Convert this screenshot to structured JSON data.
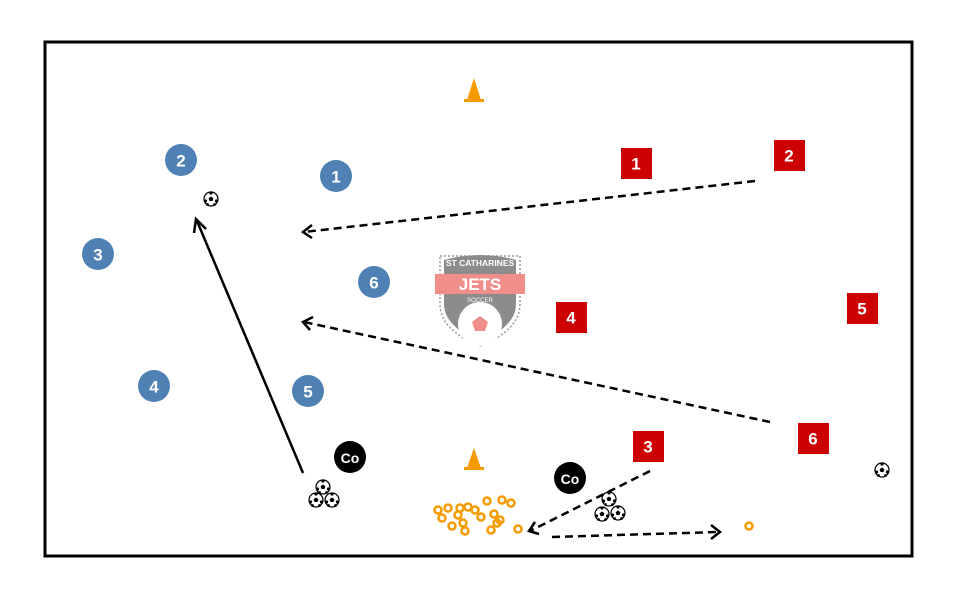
{
  "colors": {
    "team_blue": "#4f81b5",
    "team_red": "#cc0000",
    "coach": "#000000",
    "cone": "#f59a00",
    "logo_red": "#f08f8a",
    "logo_grey": "#8c8c8c"
  },
  "logo": {
    "line1": "ST CATHARINES",
    "line2": "JETS",
    "line3": "SOCCER"
  },
  "blue_players": [
    {
      "label": "1"
    },
    {
      "label": "2"
    },
    {
      "label": "3"
    },
    {
      "label": "4"
    },
    {
      "label": "5"
    },
    {
      "label": "6"
    }
  ],
  "red_players": [
    {
      "label": "1"
    },
    {
      "label": "2"
    },
    {
      "label": "3"
    },
    {
      "label": "4"
    },
    {
      "label": "5"
    },
    {
      "label": "6"
    }
  ],
  "coaches": [
    {
      "label": "Co"
    },
    {
      "label": "Co"
    }
  ]
}
